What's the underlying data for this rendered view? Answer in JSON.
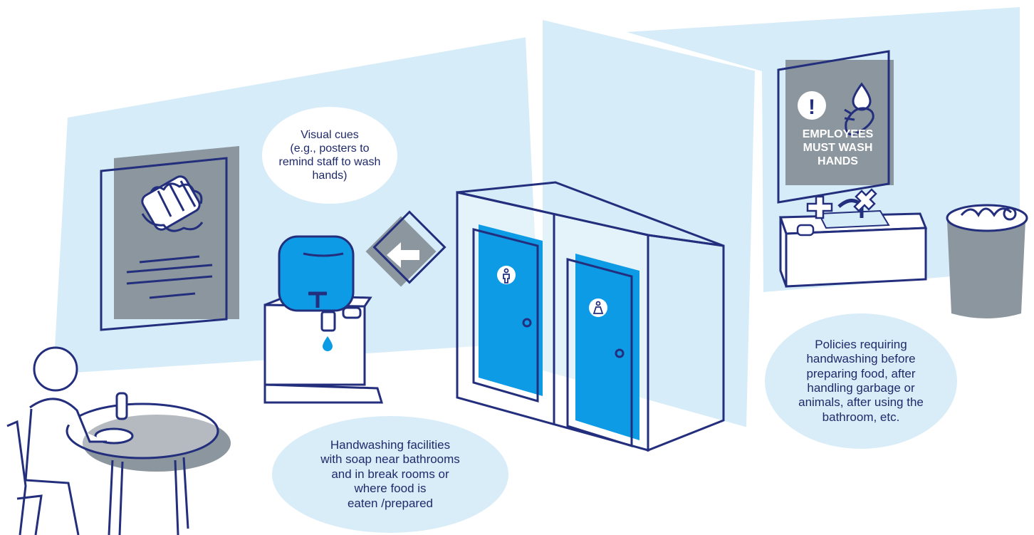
{
  "callouts": {
    "visual_cues": "Visual cues\n(e.g., posters to\nremind staff to wash\nhands)",
    "facilities": "Handwashing facilities\nwith soap near bathrooms\nand in break rooms or\nwhere food is\neaten /prepared",
    "policies": "Policies requiring\nhandwashing before\npreparing food, after\nhandling garbage or\nanimals, after using the\nbathroom, etc."
  },
  "sign": {
    "text": "EMPLOYEES\nMUST WASH\nHANDS",
    "alert_glyph": "!"
  },
  "icons": [
    "handwashing-poster-icon",
    "water-drop-icon",
    "arrow-left-icon",
    "male-restroom-icon",
    "female-restroom-icon",
    "hand-wash-icon"
  ],
  "colors": {
    "wall": "#d6ecf8",
    "navy": "#232f7d",
    "accent_blue": "#0d9be6",
    "gray": "#8c969e"
  }
}
